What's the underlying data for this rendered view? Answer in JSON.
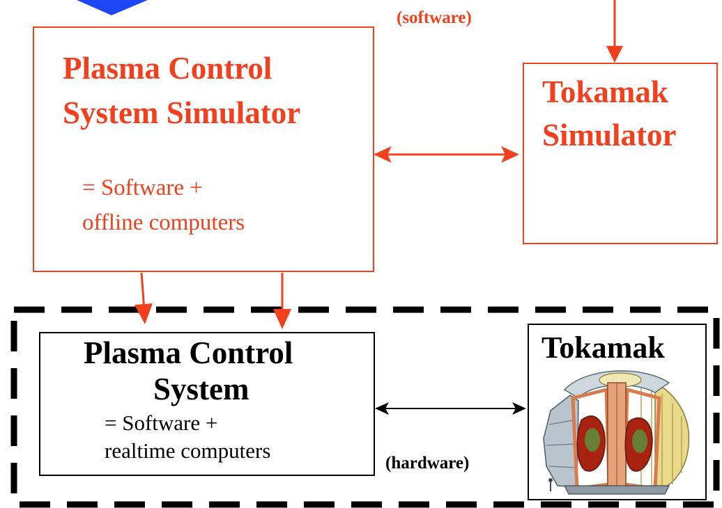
{
  "colors": {
    "accent_red": "#f2401e",
    "blue_marker": "#1f46f5",
    "black": "#000000"
  },
  "top": {
    "software_label": "(software)"
  },
  "pcs_simulator": {
    "title_line1": "Plasma Control",
    "title_line2": "System Simulator",
    "desc_line1": "= Software +",
    "desc_line2": "offline computers"
  },
  "tokamak_simulator": {
    "title_line1": "Tokamak",
    "title_line2": "Simulator"
  },
  "pcs": {
    "title_line1": "Plasma Control",
    "title_line2": "System",
    "desc_line1": "= Software +",
    "desc_line2": "realtime computers"
  },
  "tokamak": {
    "title": "Tokamak",
    "image_icon": "tokamak-cutaway-icon"
  },
  "bottom": {
    "hardware_label": "(hardware)"
  }
}
